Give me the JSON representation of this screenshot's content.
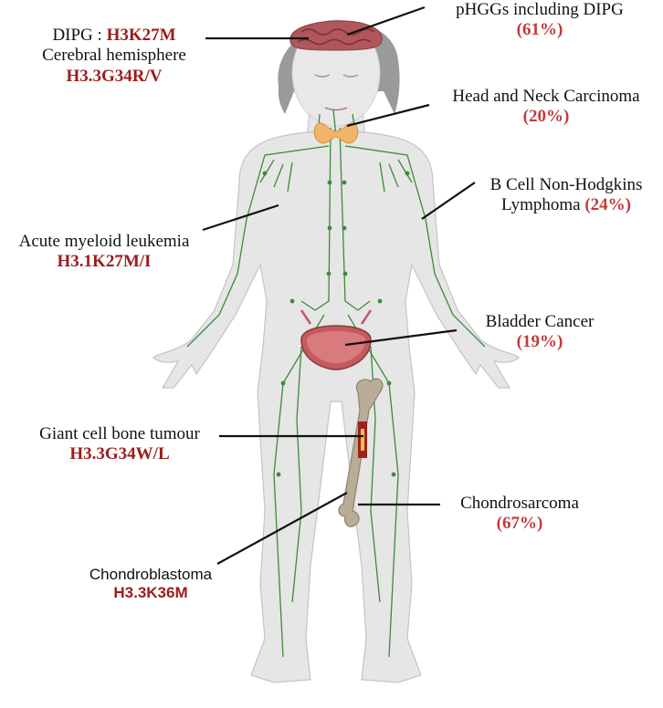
{
  "labels": {
    "dipg_prefix": "DIPG : ",
    "dipg_mutation": "H3K27M",
    "cerebral": "Cerebral hemisphere",
    "cerebral_mutation": "H3.3G34R/V",
    "phggs": "pHGGs including DIPG",
    "phggs_pct": "(61%)",
    "head_neck": "Head and Neck Carcinoma",
    "head_neck_pct": "(20%)",
    "bcell_line1": "B Cell Non-Hodgkins",
    "bcell_line2": "Lymphoma ",
    "bcell_pct": "(24%)",
    "aml": "Acute myeloid leukemia",
    "aml_mutation": "H3.1K27M/I",
    "bladder": "Bladder Cancer",
    "bladder_pct": "(19%)",
    "giant_cell": "Giant cell bone tumour",
    "giant_cell_mutation": "H3.3G34W/L",
    "chondrosarcoma": "Chondrosarcoma",
    "chondrosarcoma_pct": "(67%)",
    "chondroblastoma": "Chondroblastoma",
    "chondroblastoma_mutation": "H3.3K36M"
  },
  "colors": {
    "mutation": "#9b1c1c",
    "percentage": "#c33a3a",
    "lymph": "#3f8a3a",
    "skin": "#e6e6e6",
    "hair": "#9a9a9a",
    "brain": "#b0575c",
    "thyroid": "#f0b56a",
    "bone": "#b9ad98"
  }
}
